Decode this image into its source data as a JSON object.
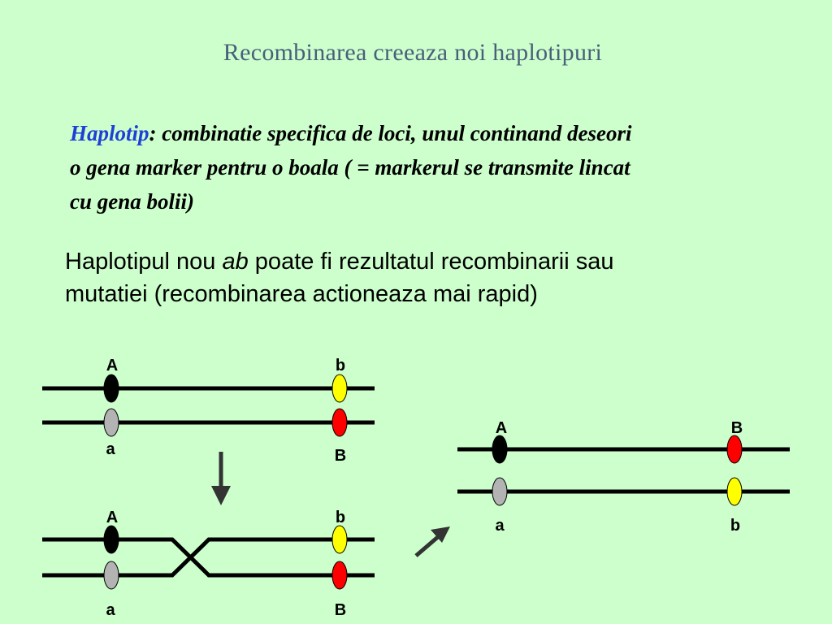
{
  "slide": {
    "title": "Recombinarea creeaza noi haplotipuri",
    "definition": {
      "term": "Haplotip",
      "line1_rest": ": combinatie specifica de loci, unul continand deseori",
      "line2": "o gena marker pentru o boala ( = markerul  se transmite lincat",
      "line3": "cu gena bolii)"
    },
    "statement": {
      "part1": "Haplotipul nou ",
      "italic": "ab",
      "part2": " poate fi rezultatul recombinarii sau",
      "line2": "mutatiei (recombinarea actioneaza mai rapid)"
    }
  },
  "colors": {
    "background": "#ccffcc",
    "title": "#4a5f7a",
    "term": "#1f3fd6",
    "allele_A": "#000000",
    "allele_a": "#b3b3b3",
    "allele_b": "#ffff00",
    "allele_B": "#ff0000"
  },
  "diagram": {
    "parental": {
      "top_left_label": "A",
      "top_right_label": "b",
      "bottom_left_label": "a",
      "bottom_right_label": "B"
    },
    "crossover": {
      "top_left_label": "A",
      "top_right_label": "b",
      "bottom_left_label": "a",
      "bottom_right_label": "B"
    },
    "recombinant": {
      "top_left_label": "A",
      "top_right_label": "B",
      "bottom_left_label": "a",
      "bottom_right_label": "b"
    }
  }
}
